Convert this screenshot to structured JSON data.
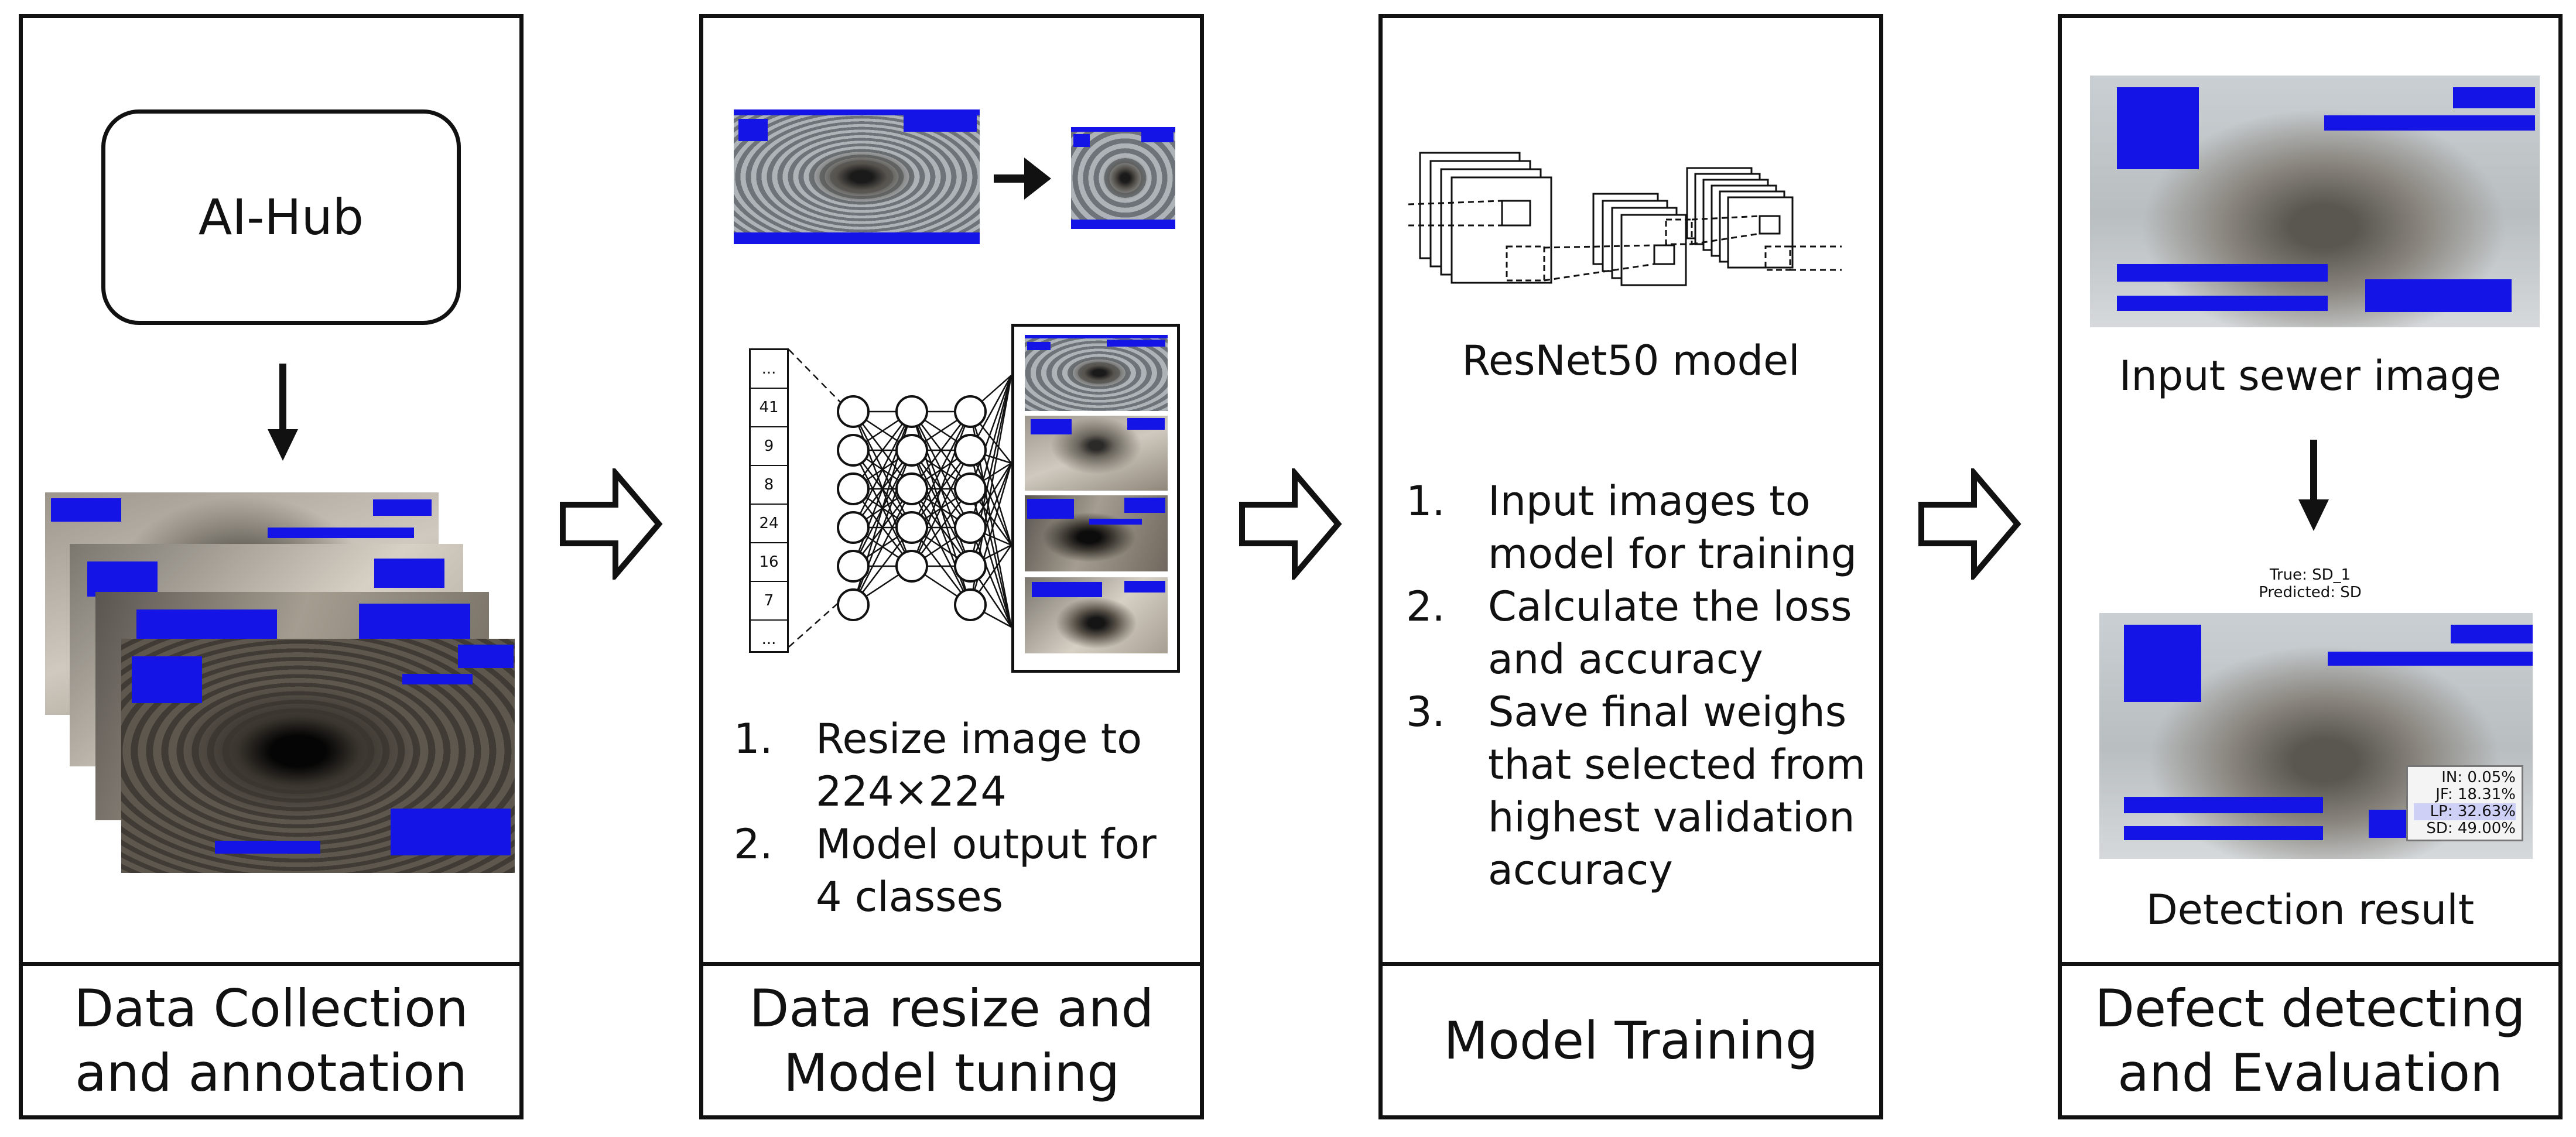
{
  "panels": [
    {
      "caption": "Data Collection\nand annotation"
    },
    {
      "caption": "Data resize and\nModel tuning"
    },
    {
      "caption": "Model Training"
    },
    {
      "caption": "Defect detecting\nand Evaluation"
    }
  ],
  "panel1": {
    "source_label": "AI-Hub"
  },
  "panel2": {
    "vector_values": [
      "...",
      "41",
      "9",
      "8",
      "24",
      "16",
      "7",
      "..."
    ],
    "steps": [
      {
        "num": "1.",
        "text": "Resize image to\n224×224"
      },
      {
        "num": "2.",
        "text": "Model output for\n4 classes"
      }
    ]
  },
  "panel3": {
    "model_label": "ResNet50 model",
    "steps": [
      {
        "num": "1.",
        "text": "Input images to\nmodel for training"
      },
      {
        "num": "2.",
        "text": "Calculate the loss\nand accuracy"
      },
      {
        "num": "3.",
        "text": "Save final weighs\nthat selected from\nhighest validation\naccuracy"
      }
    ]
  },
  "panel4": {
    "input_label": "Input sewer image",
    "result_title": "True: SD_1\nPredicted: SD",
    "result_label": "Detection result",
    "probabilities": [
      {
        "label": "IN: 0.05%",
        "highlight": false
      },
      {
        "label": "JF: 18.31%",
        "highlight": false
      },
      {
        "label": "LP: 32.63%",
        "highlight": true
      },
      {
        "label": "SD: 49.00%",
        "highlight": false
      }
    ]
  },
  "colors": {
    "mask_blue": "#1414e6",
    "border": "#111111"
  },
  "icons": [
    "down-arrow-icon",
    "right-arrow-icon",
    "flow-arrow-icon"
  ]
}
